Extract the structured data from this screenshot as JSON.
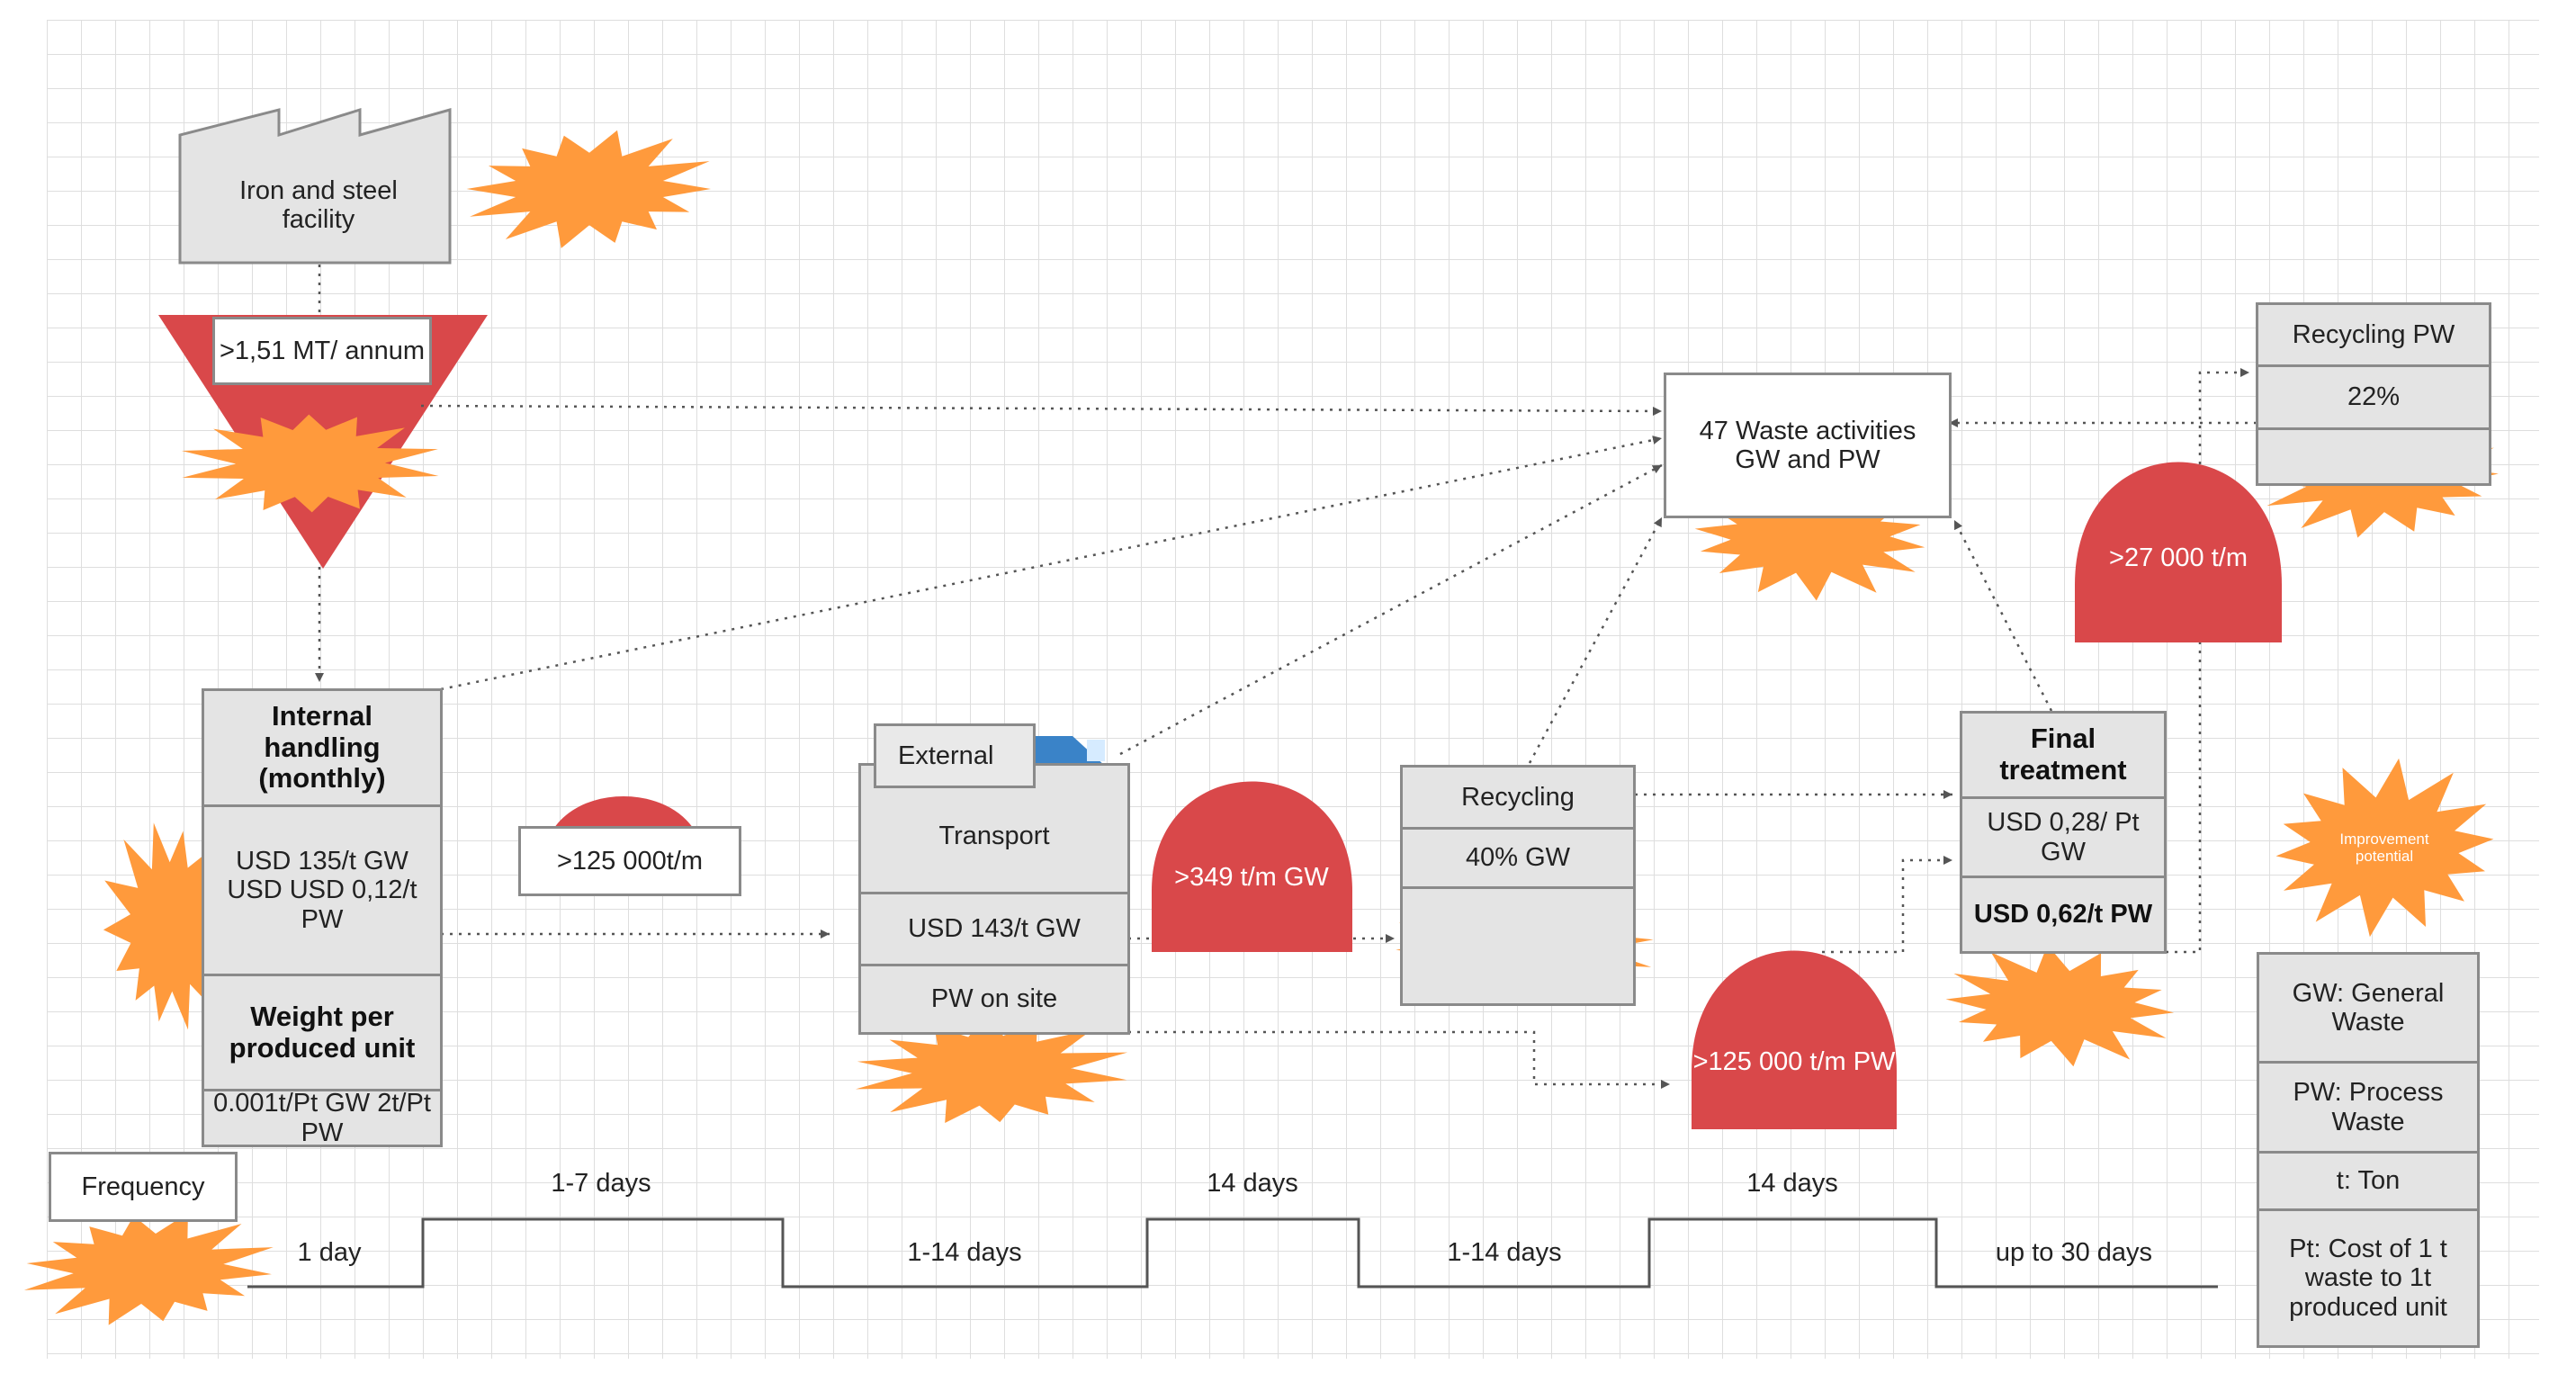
{
  "facility": {
    "label": "Iron and steel facility"
  },
  "inventory_triangle": {
    "label": ">1,51 MT/ annum"
  },
  "waste_activities": {
    "label": "47 Waste activities GW and PW"
  },
  "recycling_pw": {
    "title": "Recycling PW",
    "value": "22%"
  },
  "internal_handling": {
    "title": "Internal handling (monthly)",
    "cost": "USD 135/t GW USD USD 0,12/t PW",
    "weight_title": "Weight per produced unit",
    "weight_value": "0.001t/Pt GW 2t/Pt PW"
  },
  "external_transport": {
    "external_label": "External",
    "transport_label": "Transport",
    "cost": "USD 143/t GW",
    "site": "PW on site"
  },
  "recycling": {
    "title": "Recycling",
    "value": "40% GW"
  },
  "final_treatment": {
    "title": "Final treatment",
    "cost_gw": "USD 0,28/ Pt GW",
    "cost_pw": "USD 0,62/t PW"
  },
  "inventories": {
    "internal_to_transport": ">125 000t/m",
    "transport_to_recycling": ">349 t/m GW",
    "to_final": ">125 000 t/m PW",
    "to_recycling_pw": ">27 000 t/m"
  },
  "legend": {
    "improvement": "Improvement potential",
    "gw": "GW: General Waste",
    "pw": "PW: Process Waste",
    "t": "t: Ton",
    "pt": "Pt: Cost of 1 t waste to 1t produced unit"
  },
  "timeline": {
    "frequency_label": "Frequency",
    "upper": [
      "1-7 days",
      "14 days",
      "14 days"
    ],
    "lower": [
      "1 day",
      "1-14 days",
      "1-14 days",
      "up to 30 days"
    ]
  },
  "colors": {
    "burst": "#ff9a3c",
    "inventory_red": "#d9484a",
    "box_fill": "#e4e4e4",
    "box_border": "#8a8a8a",
    "truck_blue": "#3a83c8",
    "grid": "#dcdcdc"
  },
  "icons": [
    "factory-icon",
    "truck-icon",
    "kaizen-burst-icon",
    "inventory-triangle-icon"
  ]
}
